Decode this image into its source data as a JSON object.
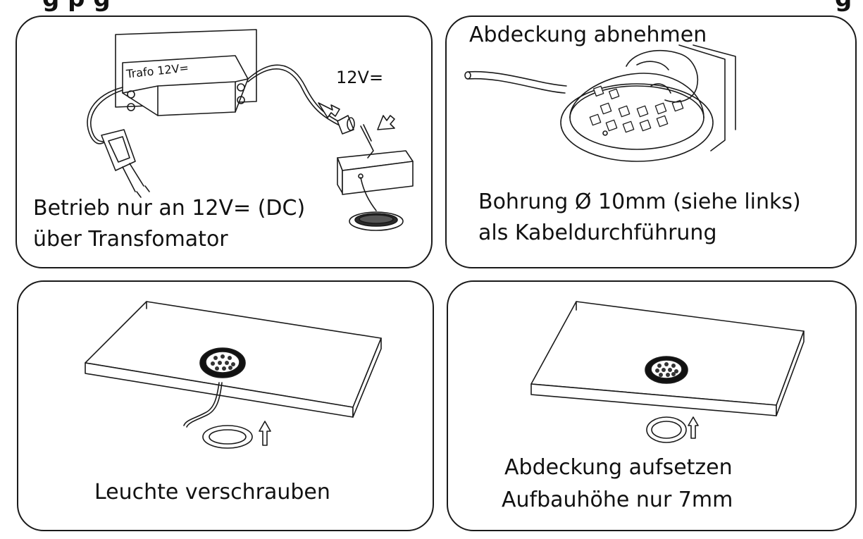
{
  "header": {
    "left_fragment": "g      p    g",
    "right_fragment": "g"
  },
  "panel_power": {
    "trafo_label": "Trafo 12V=",
    "voltage_label": "12V=",
    "caption_line1": "Betrieb nur an 12V= (DC)",
    "caption_line2": "über Transfomator"
  },
  "panel_cover_remove": {
    "title": "Abdeckung abnehmen",
    "caption_line1": "Bohrung Ø 10mm (siehe links)",
    "caption_line2": "als Kabeldurchführung"
  },
  "panel_screw": {
    "caption": "Leuchte verschrauben"
  },
  "panel_cover_attach": {
    "caption_line1": "Abdeckung aufsetzen",
    "caption_line2": "Aufbauhöhe nur 7mm"
  },
  "icons": [
    "power-plug-icon",
    "transformer-icon",
    "arrow-icon",
    "led-light-icon",
    "cover-ring-icon"
  ]
}
